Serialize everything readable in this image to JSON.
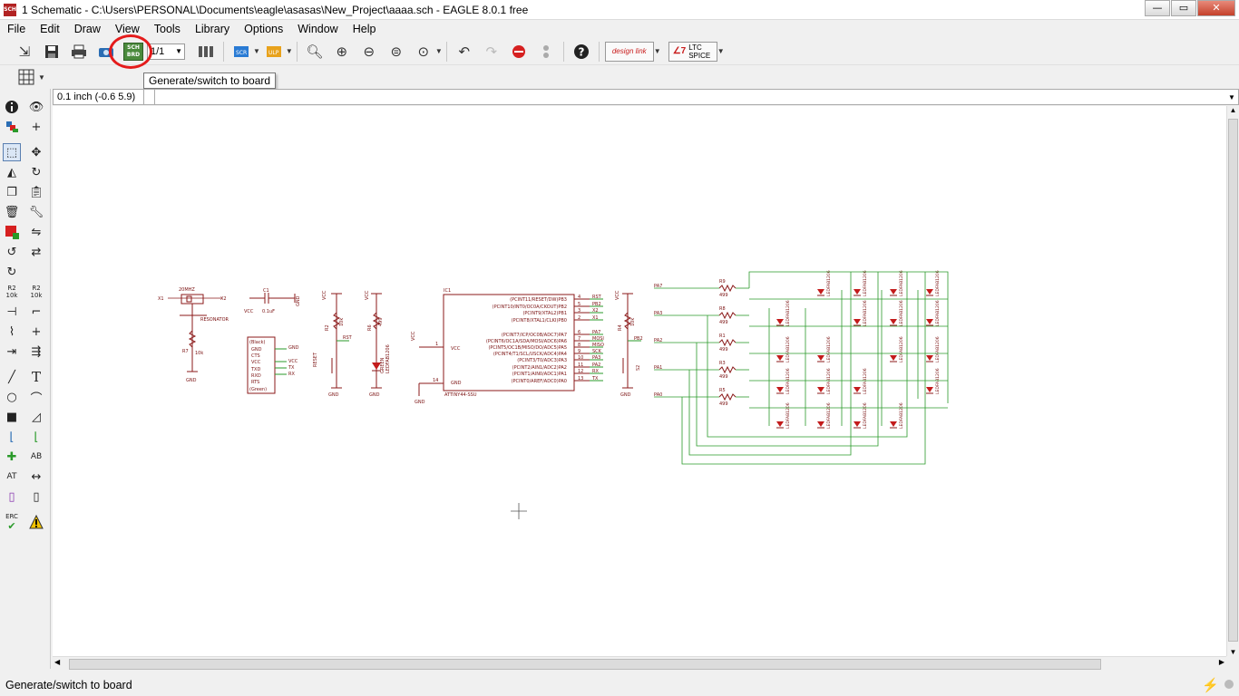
{
  "window": {
    "title": "1 Schematic - C:\\Users\\PERSONAL\\Documents\\eagle\\asasas\\New_Project\\aaaa.sch - EAGLE 8.0.1 free",
    "app_icon_text": "SCH",
    "controls": {
      "minimize": "—",
      "maximize": "▭",
      "close": "✕"
    }
  },
  "menu": {
    "items": [
      "File",
      "Edit",
      "Draw",
      "View",
      "Tools",
      "Library",
      "Options",
      "Window",
      "Help"
    ]
  },
  "toolbar": {
    "sch_brd_label_top": "SCH",
    "sch_brd_label_bottom": "BRD",
    "sheet_value": "1/1",
    "design_link_label": "design link",
    "ltc_spice_label": "LTC SPICE"
  },
  "tooltip": {
    "text": "Generate/switch to board"
  },
  "command_line": {
    "coordinate": "0.1 inch (-0.6 5.9)",
    "value": ""
  },
  "left_toolbar": {
    "erc_label": "ERC",
    "name_label": "R2 10k",
    "value_label": "R2 10k"
  },
  "status": {
    "text": "Generate/switch to board"
  },
  "schematic": {
    "resonator": {
      "freq": "20MHZ",
      "name": "RESONATOR",
      "pin_left": "X1",
      "pin_right": "X2",
      "resistor": "R7",
      "resistor_value": "10k",
      "gnd": "GND"
    },
    "capacitor": {
      "name": "C1",
      "value": "0.1uF",
      "vcc": "VCC",
      "gnd": "GND"
    },
    "ftdi": {
      "pins": [
        "(Black)",
        "GND",
        "CTS",
        "VCC",
        "TXD",
        "RXD",
        "RTS",
        "(Green)"
      ],
      "nets": [
        "GND",
        "VCC",
        "TX",
        "RX"
      ]
    },
    "reset": {
      "vcc": "VCC",
      "resistor": "R2",
      "value": "10k",
      "net": "RST",
      "switch": "RESET",
      "gnd": "GND"
    },
    "led_power": {
      "vcc": "VCC",
      "resistor": "R6",
      "value": "499",
      "led": "GREEN",
      "led_pkg": "LEDFAB1206",
      "gnd": "GND"
    },
    "mcu": {
      "name": "IC1",
      "part": "ATTINY44-SSU",
      "vcc": "VCC",
      "gnd": "GND",
      "pins": [
        {
          "fn": "(PCINT11/RESET/DW)PB3",
          "num": "4",
          "net": "RST"
        },
        {
          "fn": "(PCINT10/INT0/OC0A/CKOUT)PB2",
          "num": "5",
          "net": "PB2"
        },
        {
          "fn": "(PCINT9/XTAL2)PB1",
          "num": "3",
          "net": "X2"
        },
        {
          "fn": "(PCINT8/XTAL1/CLKI)PB0",
          "num": "2",
          "net": "X1"
        },
        {
          "fn": "(PCINT7/ICP/OC0B/ADC7)PA7",
          "num": "6",
          "net": "PA7"
        },
        {
          "fn": "(PCINT6/OC1A/SDA/MOSI/ADC6)PA6",
          "num": "7",
          "net": "MOSI"
        },
        {
          "fn": "(PCINT5/OC1B/MISO/DO/ADC5)PA5",
          "num": "8",
          "net": "MISO"
        },
        {
          "fn": "(PCINT4/T1/SCL/USCK/ADC4)PA4",
          "num": "9",
          "net": "SCK"
        },
        {
          "fn": "(PCINT3/T0/ADC3)PA3",
          "num": "10",
          "net": "PA3"
        },
        {
          "fn": "(PCINT2/AIN1/ADC2)PA2",
          "num": "11",
          "net": "PA2"
        },
        {
          "fn": "(PCINT1/AIN0/ADC1)PA1",
          "num": "12",
          "net": "RX"
        },
        {
          "fn": "(PCINT0/AREF/ADC0)PA0",
          "num": "13",
          "net": "TX"
        }
      ],
      "vcc_pin": "1",
      "gnd_pin": "14"
    },
    "button": {
      "vcc": "VCC",
      "resistor": "R4",
      "value": "10k",
      "net": "PB2",
      "switch": "S2",
      "gnd": "GND"
    },
    "led_matrix": {
      "rows": [
        {
          "net": "PA7",
          "resistor": "R9",
          "value": "499"
        },
        {
          "net": "PA3",
          "resistor": "R8",
          "value": "499"
        },
        {
          "net": "PA2",
          "resistor": "R1",
          "value": "499"
        },
        {
          "net": "PA1",
          "resistor": "R3",
          "value": "499"
        },
        {
          "net": "PA0",
          "resistor": "R5",
          "value": "499"
        }
      ],
      "led_pkg": "LEDFAB1206"
    }
  }
}
